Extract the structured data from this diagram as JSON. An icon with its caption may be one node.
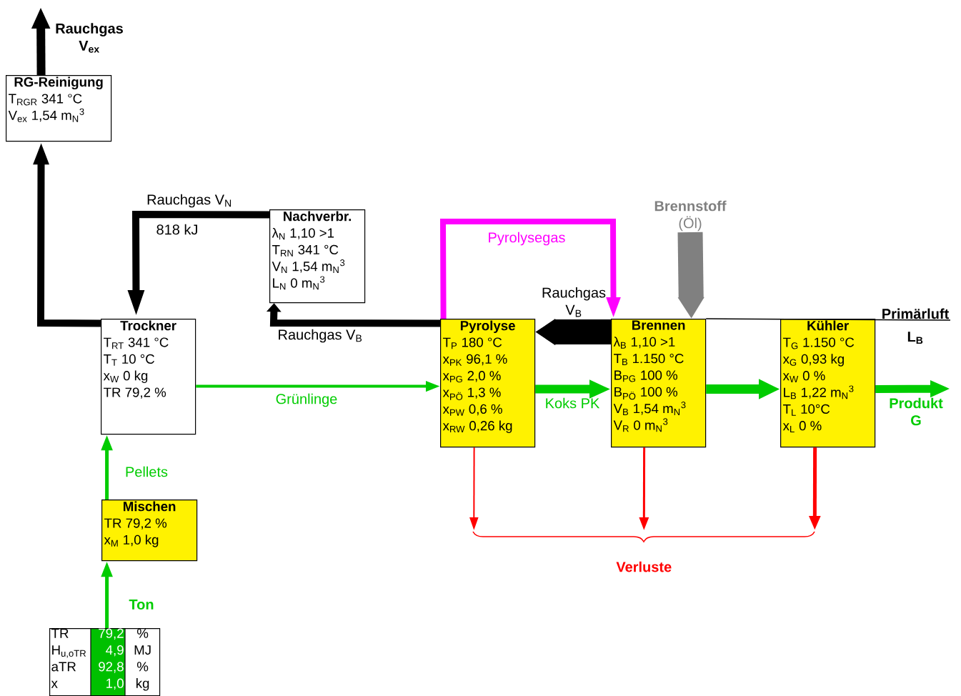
{
  "diagram": {
    "nodes": [
      {
        "text": [
          "RG-Reinigung",
          "T$_{RGR}$ 341 °C",
          "V$_{ex}$ 1,54 m$_{N}$$^{3}$"
        ]
      },
      {
        "text": [
          "Nachverbr.",
          "λ$_{N}$ 1,10 >1",
          "T$_{RN}$ 341 °C",
          "V$_{N}$ 1,54 m$_{N}$$^{3}$",
          "L$_{N}$ 0 m$_{N}$$^{3}$"
        ]
      },
      {
        "text": [
          "Trockner",
          "T$_{RT}$ 341 °C",
          "T$_{T}$ 10 °C",
          "x$_{W}$ 0 kg",
          "TR 79,2 %"
        ]
      },
      {
        "text": [
          "Pyrolyse",
          "T$_{P}$ 180 °C",
          "x$_{PK}$ 96,1 %",
          "x$_{PG}$ 2,0 %",
          "x$_{PÖ}$ 1,3 %",
          "x$_{PW}$ 0,6 %",
          "x$_{RW}$ 0,26 kg"
        ]
      },
      {
        "text": [
          "Brennen",
          "λ$_{B}$ 1,10 >1",
          "T$_{B}$ 1.150 °C",
          "B$_{PG}$ 100 %",
          "B$_{PÖ}$ 100 %",
          "V$_{B}$ 1,54 m$_{N}$$^{3}$",
          "V$_{R}$ 0 m$_{N}$$^{3}$"
        ]
      },
      {
        "text": [
          "Kühler",
          "T$_{G}$ 1.150 °C",
          "x$_{G}$ 0,93 kg",
          "x$_{W}$ 0 %",
          "L$_{B}$ 1,22 m$_{N}$$^{3}$",
          "T$_{L}$ 10°C",
          "x$_{L}$ 0 %"
        ]
      },
      {
        "text": [
          "Mischen",
          "TR 79,2 %",
          "x$_{M}$ 1,0 kg"
        ]
      },
      {
        "text": [
          "TR",
          "79,2",
          "%",
          "H$_{u,oTR}$",
          "4,9",
          "MJ",
          "aTR",
          "92,8",
          "%",
          "x",
          "1,0",
          "kg"
        ]
      },
      {
        "text": [
          "Brennstoff",
          "(Öl)"
        ]
      },
      {
        "text": [
          "Verluste"
        ]
      }
    ],
    "edges": [
      {
        "from": 0,
        "to": null,
        "arrow": "to",
        "label": "Rauchgas V$_{ex}$"
      },
      {
        "from": 2,
        "to": 0,
        "arrow": "to"
      },
      {
        "from": 1,
        "to": 2,
        "arrow": "to",
        "label": "Rauchgas V$_{N}$"
      },
      {
        "from": 3,
        "to": 1,
        "arrow": "to",
        "label": "Rauchgas V$_{B}$"
      },
      {
        "from": 4,
        "to": 3,
        "arrow": "to",
        "label": "Rauchgas V$_{B}$",
        "style": "thick"
      },
      {
        "from": 3,
        "to": 4,
        "arrow": "to",
        "label": "Pyrolysegas",
        "color": "#ff00ff"
      },
      {
        "from": 8,
        "to": 4,
        "arrow": "to",
        "style": "thick",
        "color": "#808080"
      },
      {
        "from": 2,
        "to": 3,
        "arrow": "to",
        "label": "Grünlinge",
        "color": "#00cc00"
      },
      {
        "from": 3,
        "to": 4,
        "arrow": "to",
        "label": "Koks PK",
        "color": "#00cc00"
      },
      {
        "from": 4,
        "to": 5,
        "arrow": "to",
        "color": "#00cc00"
      },
      {
        "from": 5,
        "to": null,
        "arrow": "to",
        "label": "Produkt G",
        "color": "#00cc00"
      },
      {
        "from": null,
        "to": 4,
        "arrow": "none",
        "label": "Primärluft L$_{B}$"
      },
      {
        "from": 6,
        "to": 2,
        "arrow": "to",
        "label": "Pellets",
        "color": "#00cc00"
      },
      {
        "from": 7,
        "to": 6,
        "arrow": "to",
        "label": "Ton",
        "color": "#00cc00"
      },
      {
        "from": 3,
        "to": 9,
        "arrow": "to",
        "color": "#ff0000"
      },
      {
        "from": 4,
        "to": 9,
        "arrow": "to",
        "color": "#ff0000"
      },
      {
        "from": 5,
        "to": 9,
        "arrow": "to",
        "color": "#ff0000"
      }
    ],
    "labels": [
      "818 kJ"
    ]
  }
}
